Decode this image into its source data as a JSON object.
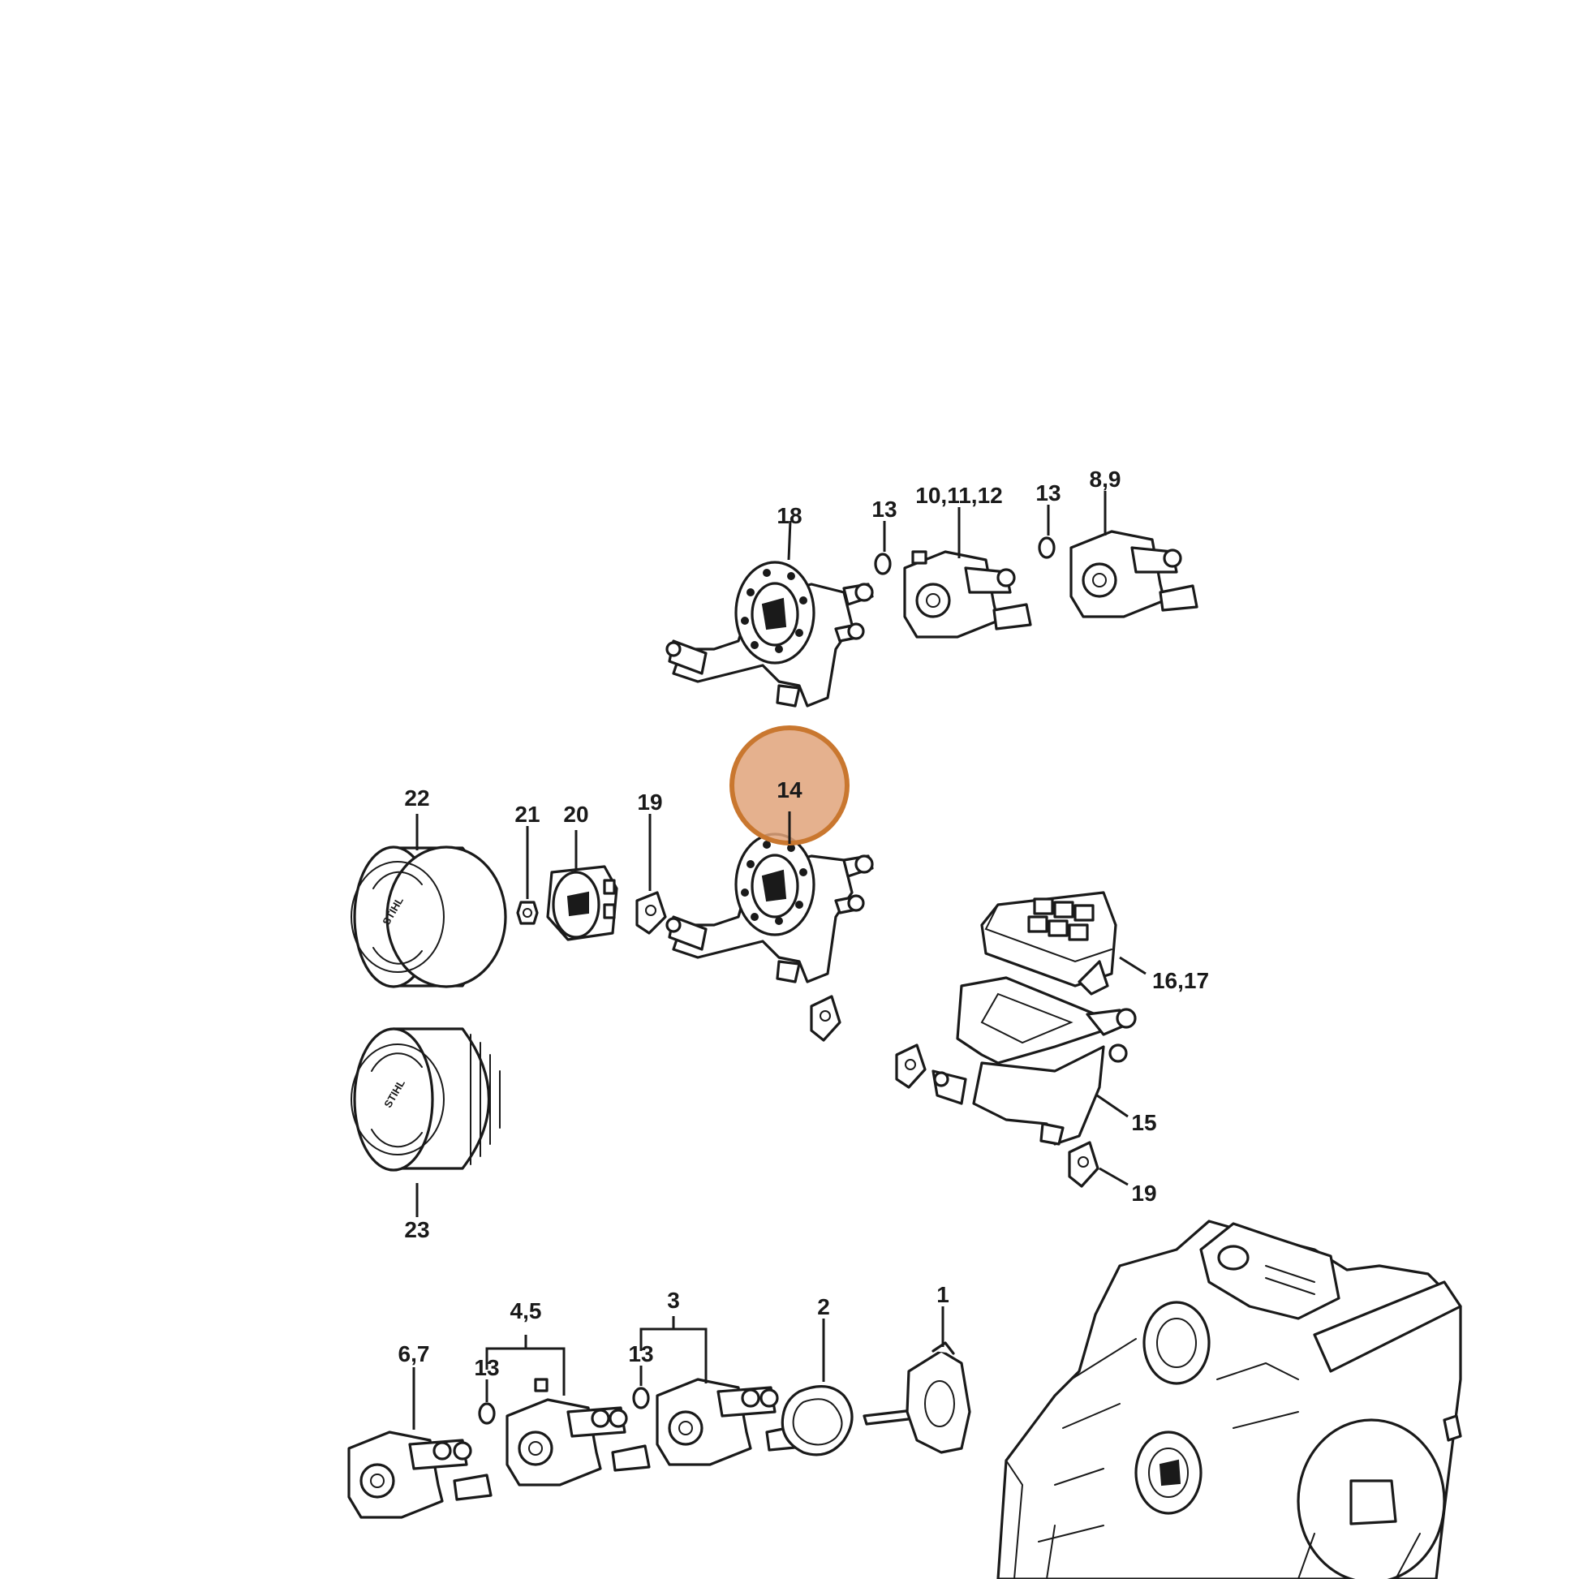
{
  "callouts": {
    "c18": "18",
    "c13a": "13",
    "c10_11_12": "10,11,12",
    "c13b": "13",
    "c8_9": "8,9",
    "c14": "14",
    "c22": "22",
    "c21": "21",
    "c20": "20",
    "c19a": "19",
    "c16_17": "16,17",
    "c15": "15",
    "c19b": "19",
    "c23": "23",
    "c4_5": "4,5",
    "c3": "3",
    "c2": "2",
    "c1": "1",
    "c6_7": "6,7",
    "c13c": "13",
    "c13d": "13"
  },
  "filter_logo": {
    "brand": "STIHL"
  },
  "highlight": {
    "label": "14",
    "color": "#e0a37a",
    "ring_color": "#c9772f"
  },
  "colors": {
    "line": "#1a1a1a",
    "background": "#ffffff"
  }
}
